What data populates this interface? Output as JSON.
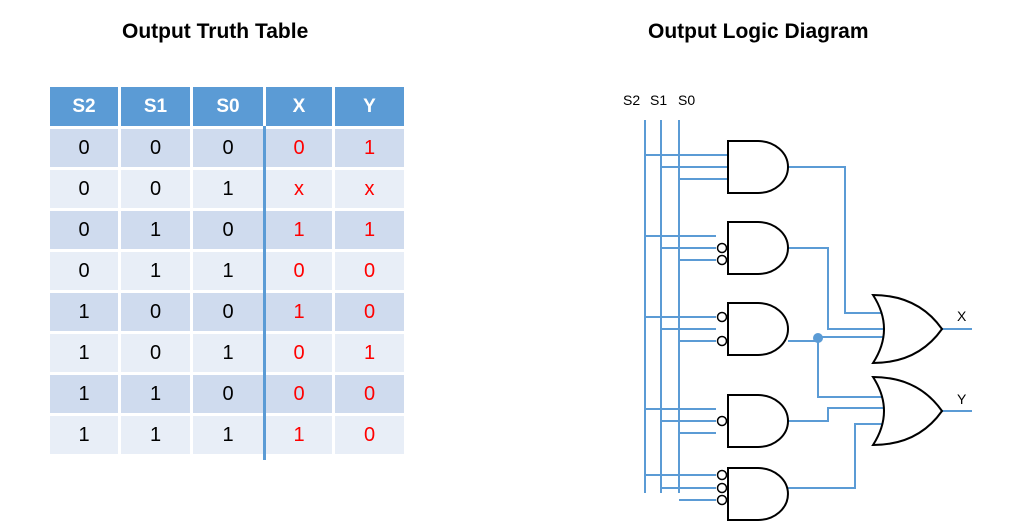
{
  "truth_table": {
    "title": "Output Truth Table",
    "headers": [
      "S2",
      "S1",
      "S0",
      "X",
      "Y"
    ],
    "rows": [
      [
        "0",
        "0",
        "0",
        "0",
        "1"
      ],
      [
        "0",
        "0",
        "1",
        "x",
        "x"
      ],
      [
        "0",
        "1",
        "0",
        "1",
        "1"
      ],
      [
        "0",
        "1",
        "1",
        "0",
        "0"
      ],
      [
        "1",
        "0",
        "0",
        "1",
        "0"
      ],
      [
        "1",
        "0",
        "1",
        "0",
        "1"
      ],
      [
        "1",
        "1",
        "0",
        "0",
        "0"
      ],
      [
        "1",
        "1",
        "1",
        "1",
        "0"
      ]
    ],
    "output_color": "#ff0000",
    "header_color": "#5b9bd5"
  },
  "logic_diagram": {
    "title": "Output Logic Diagram",
    "inputs": [
      "S2",
      "S1",
      "S0"
    ],
    "outputs": [
      "X",
      "Y"
    ],
    "gates": [
      "AND",
      "AND",
      "AND",
      "AND",
      "AND",
      "OR",
      "OR"
    ],
    "wire_color": "#5b9bd5"
  }
}
